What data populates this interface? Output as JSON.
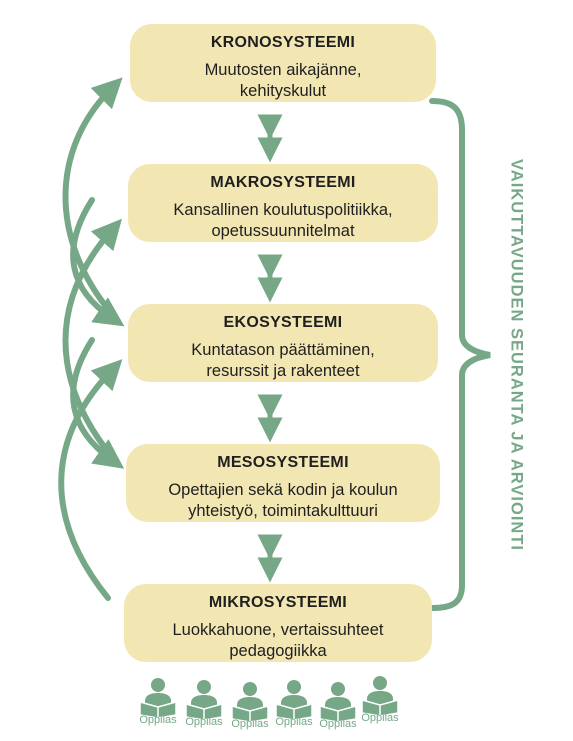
{
  "colors": {
    "box_fill": "#f2e6b3",
    "accent_green": "#76a888",
    "text_dark": "#1f1f1f"
  },
  "levels": [
    {
      "title": "KRONOSYSTEEMI",
      "desc_lines": [
        "Muutosten aikajänne,",
        "kehityskulut"
      ]
    },
    {
      "title": "MAKROSYSTEEMI",
      "desc_lines": [
        "Kansallinen koulutuspolitiikka,",
        "opetussuunnitelmat"
      ]
    },
    {
      "title": "EKOSYSTEEMI",
      "desc_lines": [
        "Kuntatason päättäminen,",
        "resurssit ja rakenteet"
      ]
    },
    {
      "title": "MESOSYSTEEMI",
      "desc_lines": [
        "Opettajien sekä kodin ja koulun",
        "yhteistyö, toimintakulttuuri"
      ]
    },
    {
      "title": "MIKROSYSTEEMI",
      "desc_lines": [
        "Luokkahuone, vertaissuhteet",
        "pedagogiikka"
      ]
    }
  ],
  "side_label": "VAIKUTTAVUUDEN SEURANTA JA ARVIOINTI",
  "pupils": [
    "Oppilas",
    "Oppilas",
    "Oppilas",
    "Oppilas",
    "Oppilas",
    "Oppilas"
  ],
  "icons": {
    "pupil": "pupil-reading-icon",
    "connector": "double-arrow-icon",
    "bracket": "curly-brace-icon"
  }
}
